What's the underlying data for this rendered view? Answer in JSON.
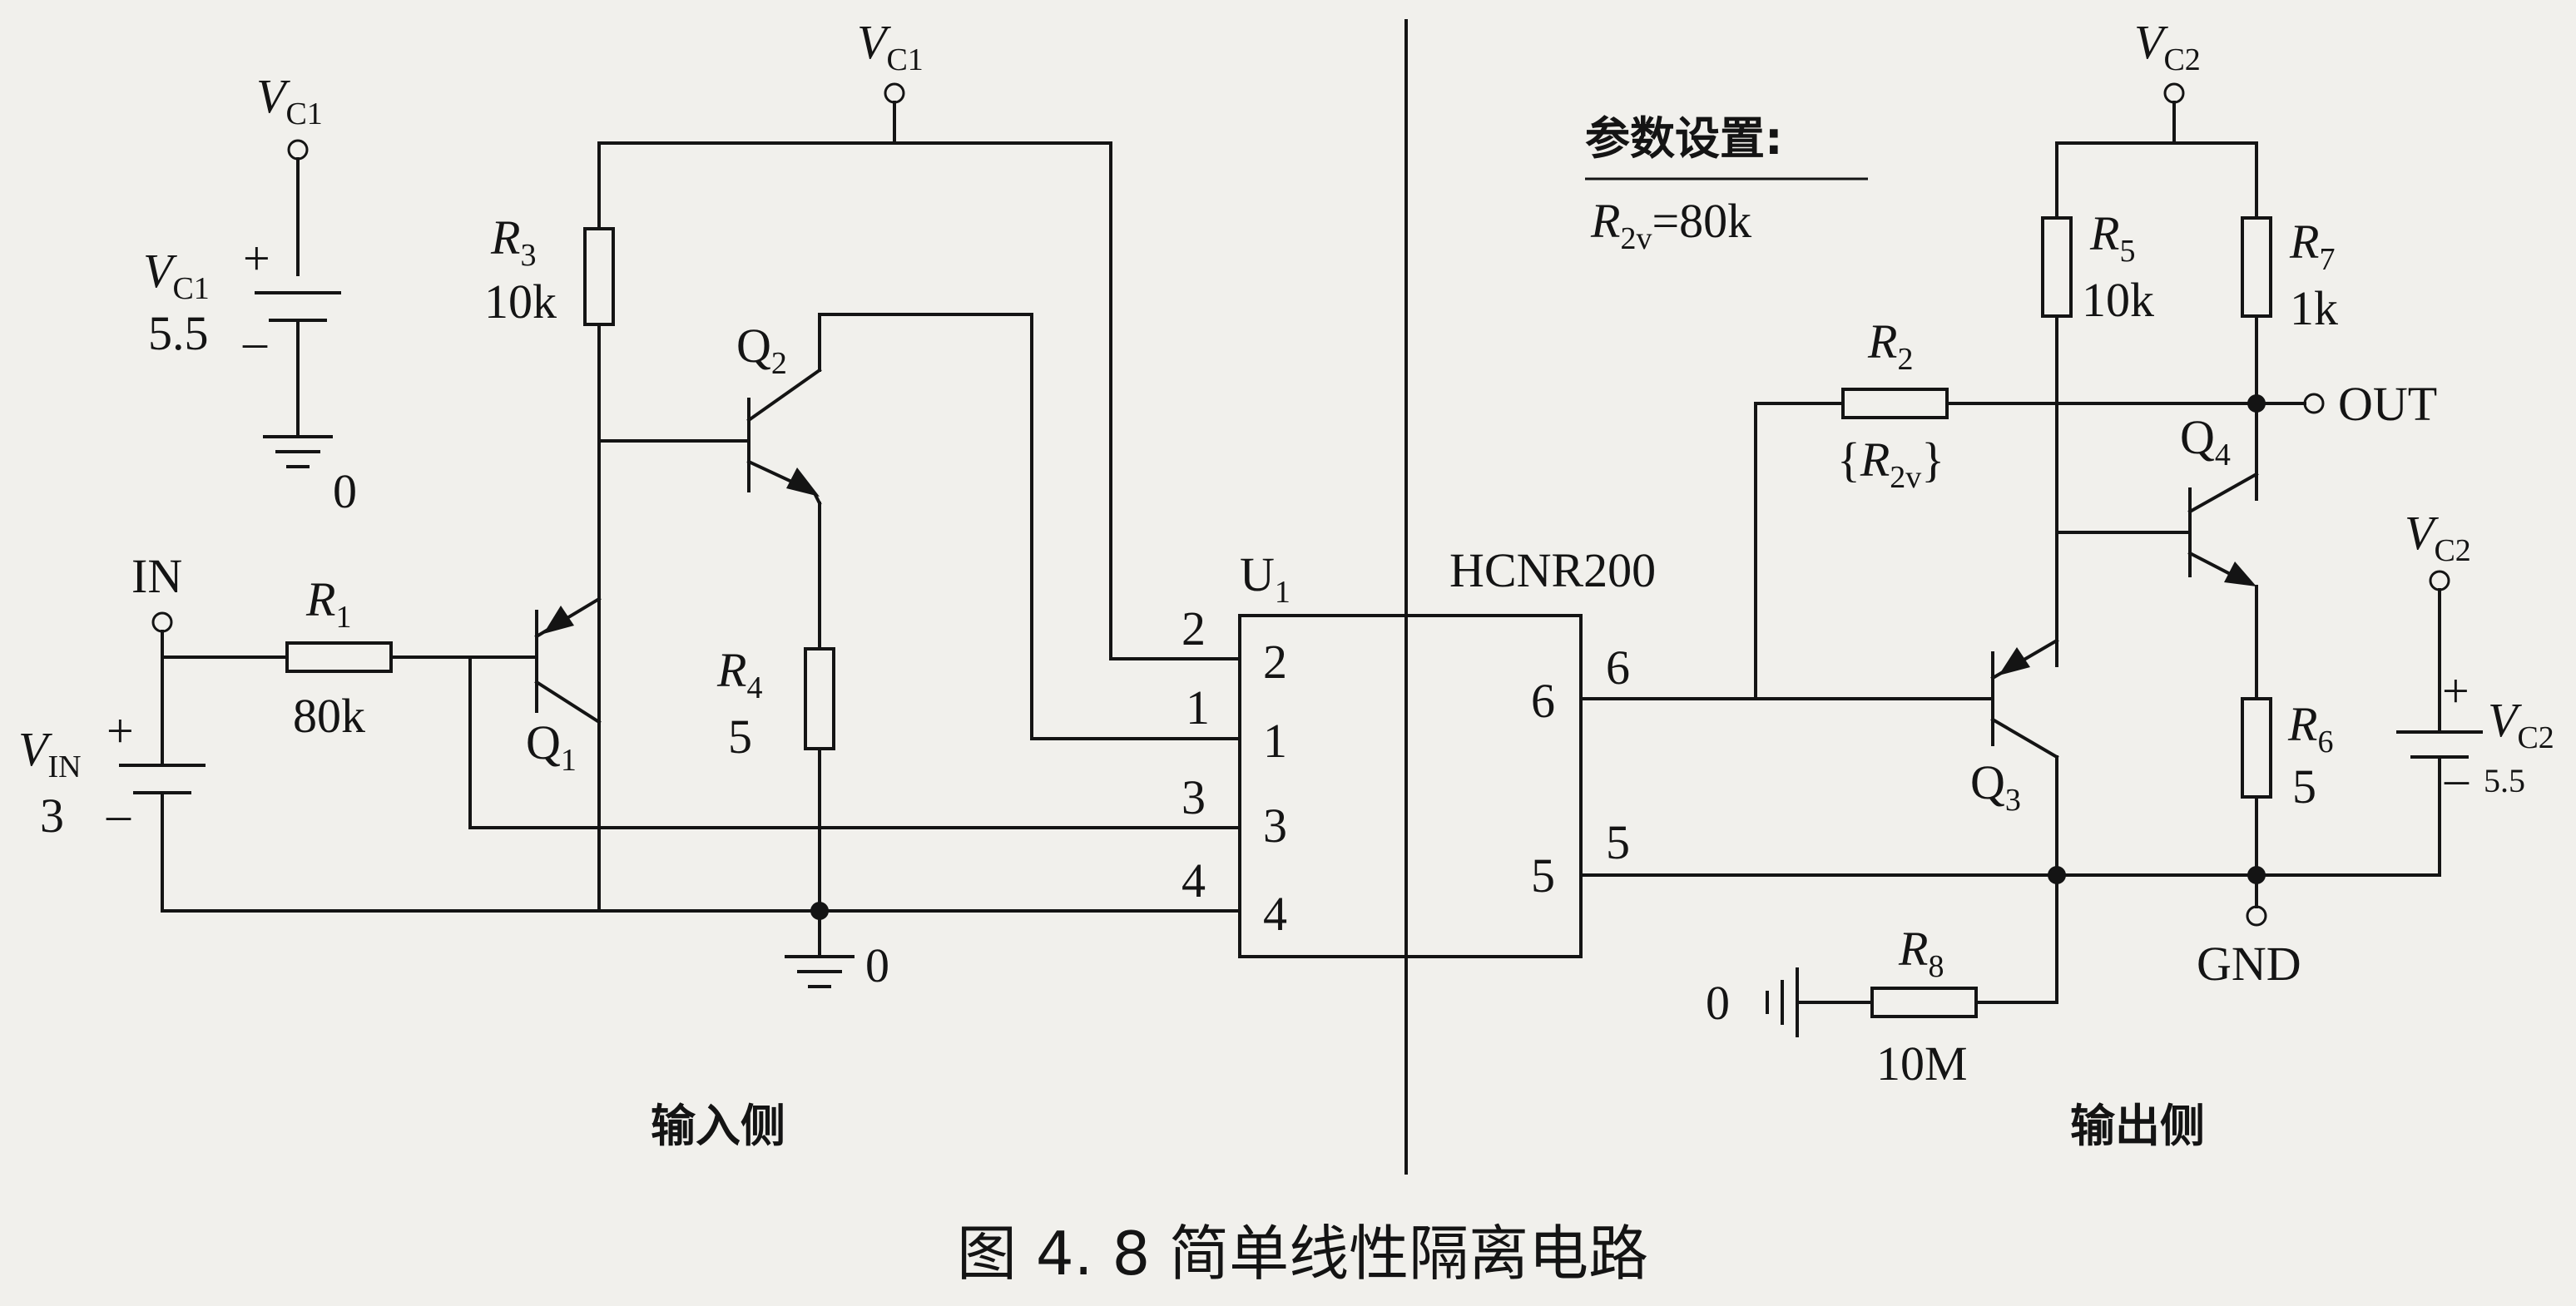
{
  "labels": {
    "vc1_top": {
      "main": "V",
      "sub": "C1"
    },
    "vc1_src": {
      "main": "V",
      "sub": "C1"
    },
    "vc1_src_term": {
      "main": "V",
      "sub": "C1"
    },
    "vc1_value": "5.5",
    "plus": "+",
    "minus": "–",
    "gnd_zero": "0",
    "in": "IN",
    "vin": {
      "main": "V",
      "sub": "IN"
    },
    "vin_value": "3",
    "r1": {
      "main": "R",
      "sub": "1"
    },
    "r1_value": "80k",
    "r3": {
      "main": "R",
      "sub": "3"
    },
    "r3_value": "10k",
    "r4": {
      "main": "R",
      "sub": "4"
    },
    "r4_value": "5",
    "q1": {
      "main": "Q",
      "sub": "1"
    },
    "q2": {
      "main": "Q",
      "sub": "2"
    },
    "u1": {
      "main": "U",
      "sub": "1"
    },
    "chip": "HCNR200",
    "pins_left": [
      "2",
      "1",
      "3",
      "4"
    ],
    "pins_right": [
      "6",
      "5"
    ],
    "params_title": "参数设置:",
    "params_value": {
      "main": "R",
      "sub": "2v",
      "rest": "=80k"
    },
    "vc2_top": {
      "main": "V",
      "sub": "C2"
    },
    "vc2_src": {
      "main": "V",
      "sub": "C2"
    },
    "vc2_src_term": {
      "main": "V",
      "sub": "C2"
    },
    "vc2_value": "5.5",
    "r2": {
      "main": "R",
      "sub": "2"
    },
    "r2_value": {
      "open": "{",
      "main": "R",
      "sub": "2v",
      "close": "}"
    },
    "r5": {
      "main": "R",
      "sub": "5"
    },
    "r5_value": "10k",
    "r7": {
      "main": "R",
      "sub": "7"
    },
    "r7_value": "1k",
    "r6": {
      "main": "R",
      "sub": "6"
    },
    "r6_value": "5",
    "r8": {
      "main": "R",
      "sub": "8"
    },
    "r8_value": "10M",
    "q3": {
      "main": "Q",
      "sub": "3"
    },
    "q4": {
      "main": "Q",
      "sub": "4"
    },
    "out": "OUT",
    "gnd": "GND",
    "zero_right": "0",
    "input_side": "输入侧",
    "output_side": "输出侧",
    "caption": "图 4. 8    简单线性隔离电路"
  }
}
